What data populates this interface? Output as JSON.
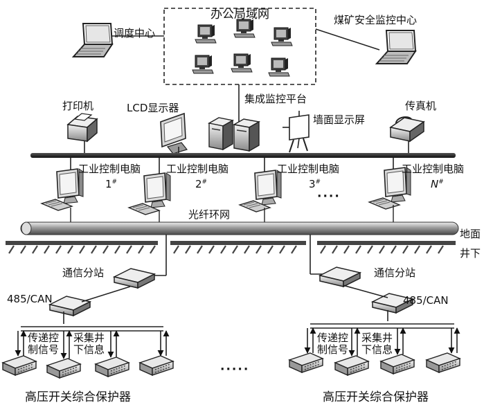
{
  "labels": {
    "office_lan": "办公局域网",
    "dispatch_center": "调度中心",
    "safety_center": "煤矿安全监控中心",
    "printer": "打印机",
    "lcd": "LCD显示器",
    "integrated_platform": "集成监控平台",
    "wall_display": "墙面显示屏",
    "fax": "传真机",
    "ipc_label": "工业控制电脑",
    "ipc_numbers": [
      "1",
      "2",
      "3",
      "N"
    ],
    "ipc_superscript": "#",
    "ellipsis_top": "····",
    "fiber_ring": "光纤环网",
    "ground": "地面",
    "underground": "井下",
    "comm_substation": "通信分站",
    "bus": "485/CAN",
    "transmit_control": "传递控",
    "control_signal": "制信号",
    "collect_up": "采集井",
    "down_info": "下信息",
    "ellipsis_bottom": "·····",
    "protector": "高压开关综合保护器"
  },
  "icons": [
    "laptop-icon",
    "desktop-computer-icon",
    "printer-icon",
    "lcd-monitor-icon",
    "server-tower-icon",
    "easel-display-icon",
    "fax-icon",
    "workstation-icon",
    "substation-box-icon",
    "protector-device-icon"
  ]
}
